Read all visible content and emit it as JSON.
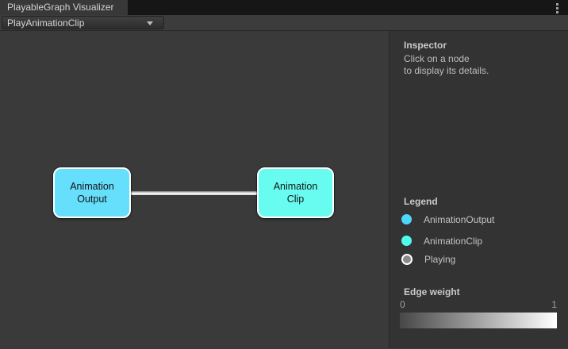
{
  "window": {
    "tab_title": "PlayableGraph Visualizer"
  },
  "toolbar": {
    "graph_selector_value": "PlayAnimationClip"
  },
  "graph": {
    "nodes": [
      {
        "label": "Animation Output",
        "color": "#65dffb"
      },
      {
        "label": "Animation Clip",
        "color": "#68fcf1"
      }
    ],
    "edge": {
      "from": "Animation Output",
      "to": "Animation Clip"
    }
  },
  "inspector": {
    "title": "Inspector",
    "hint_line1": "Click on a node",
    "hint_line2": "to display its details."
  },
  "legend": {
    "title": "Legend",
    "items": [
      {
        "label": "AnimationOutput",
        "color": "#4ed7fa"
      },
      {
        "label": "AnimationClip",
        "color": "#50fbec"
      },
      {
        "label": "Playing",
        "color": "#8a8a8a",
        "ring_color": "#ffffff"
      }
    ]
  },
  "edge_weight": {
    "title": "Edge weight",
    "min": "0",
    "max": "1",
    "gradient_from": "#474747",
    "gradient_to": "#ffffff"
  }
}
